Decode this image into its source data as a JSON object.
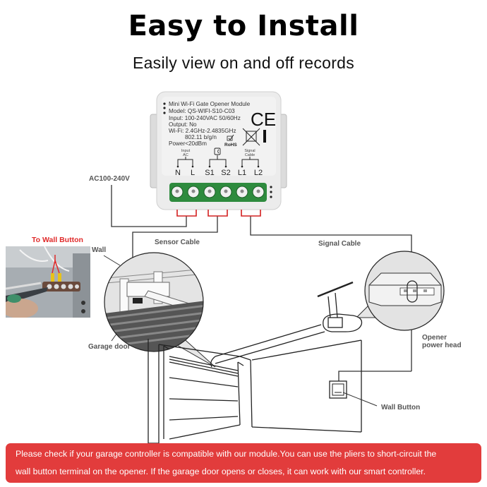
{
  "header": {
    "title": "Easy to Install",
    "subtitle": "Easily view on and off records"
  },
  "module": {
    "name": "Mini Wi-Fi Gate Opener Module",
    "model": "Model: QS-WIFI-S10-C03",
    "input": "Input: 100-240VAC 50/60Hz",
    "output": "Output: No",
    "wifi": "Wi-Fi: 2.4GHz-2.4835GHz",
    "wifi_std": "802.11 b/g/n",
    "power": "Power<20dBm",
    "rohs": "RoHS",
    "ce": "CE",
    "groups": [
      {
        "label_line1": "Input",
        "label_line2": "AC"
      },
      {
        "label_line1": "",
        "label_line2": ""
      },
      {
        "label_line1": "Signal",
        "label_line2": "Cable"
      }
    ],
    "terminals": [
      "N",
      "L",
      "S1",
      "S2",
      "L1",
      "L2"
    ],
    "colors": {
      "terminal_block": "#2e8b3e",
      "bracket": "#d42020",
      "body": "#e9e9e9"
    }
  },
  "labels": {
    "ac": "AC100-240V",
    "sensor_cable": "Sensor Cable",
    "signal_cable": "Signal Cable",
    "to_wall_button": "To Wall Button",
    "wall": "Wall",
    "garage_door": "Garage door",
    "opener_power_head_1": "Opener",
    "opener_power_head_2": "power head",
    "wall_button": "Wall Button"
  },
  "notice": {
    "line1": "Please check if your garage controller is compatible with our module.You can use the pliers to short-circuit the",
    "line2": "wall button terminal on the opener. If the garage door opens or closes, it can work with our smart controller.",
    "color": "#e23c3c"
  }
}
